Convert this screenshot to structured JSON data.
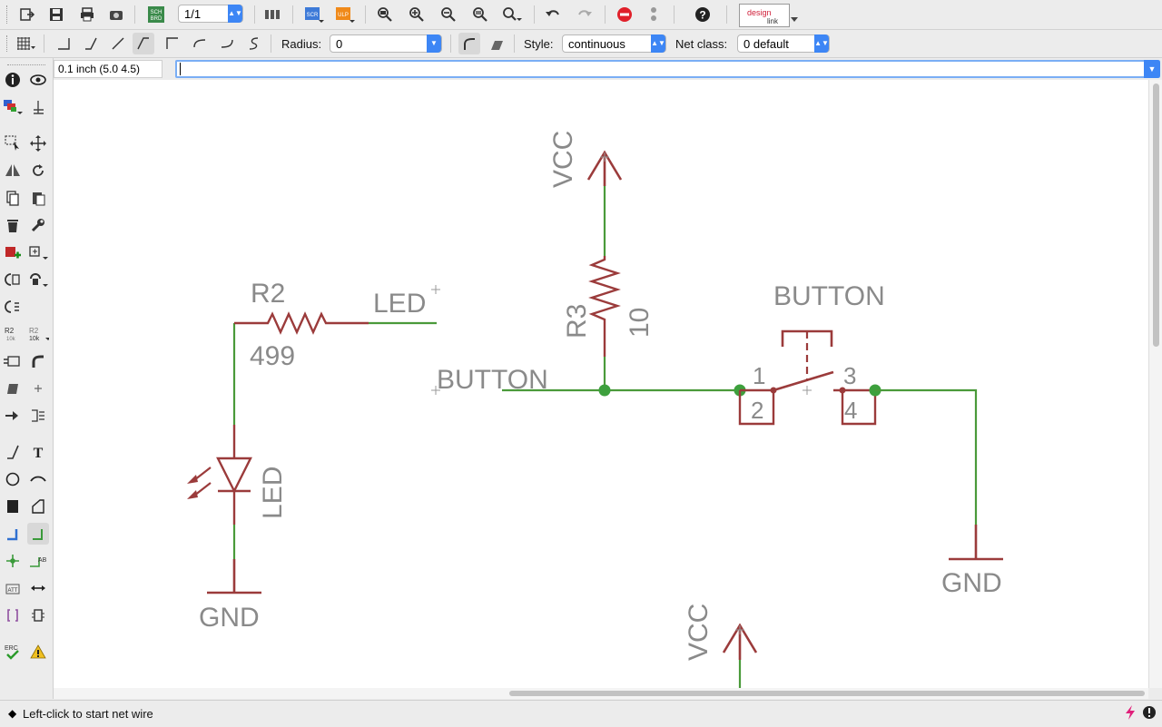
{
  "toolbar": {
    "sheet_value": "1/1",
    "design_link_line1": "design",
    "design_link_line2": "link",
    "scr_label": "SCR",
    "ulp_label": "ULP",
    "sch_label": "SCH",
    "brd_label": "BRD"
  },
  "wire_toolbar": {
    "radius_label": "Radius:",
    "radius_value": "0",
    "style_label": "Style:",
    "style_value": "continuous",
    "netclass_label": "Net class:",
    "netclass_value": "0 default"
  },
  "command_row": {
    "grid_info": "0.1 inch (5.0 4.5)",
    "command_value": ""
  },
  "status": {
    "message": "Left-click to start net wire"
  },
  "schematic": {
    "r2_name": "R2",
    "r2_value": "499",
    "led_net_label": "LED",
    "led_part_name": "LED",
    "gnd_left": "GND",
    "r3_name": "R3",
    "r3_value": "10",
    "vcc_top": "VCC",
    "button_net_label": "BUTTON",
    "button_part_name": "BUTTON",
    "pin1": "1",
    "pin2": "2",
    "pin3": "3",
    "pin4": "4",
    "gnd_right": "GND",
    "vcc_bottom": "VCC",
    "erc_label": "ERC",
    "ab_label": "AB",
    "r2_icon": "R2",
    "r2_icon_sub": "10k"
  },
  "colors": {
    "wire": "#4a9a3a",
    "symbol": "#9b3b3b",
    "text": "#8a8a8a",
    "junction": "#3da03d",
    "accent": "#3d86f5"
  },
  "icons": [
    "open-icon",
    "save-icon",
    "print-icon",
    "cam-icon",
    "sch-brd-icon",
    "zoom-fit-icon",
    "zoom-in-icon",
    "zoom-out-icon",
    "undo-icon",
    "redo-icon",
    "stop-icon",
    "help-icon"
  ]
}
